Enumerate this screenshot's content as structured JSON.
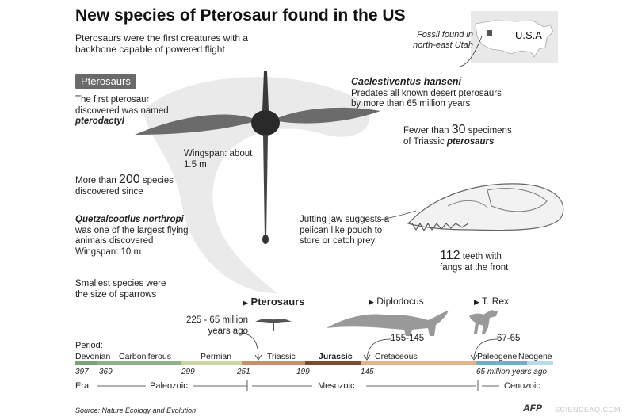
{
  "title": "New species of Pterosaur found in the US",
  "subtitle": "Pterosaurs were the first creatures with a backbone capable of powered flight",
  "map": {
    "country": "U.S.A",
    "fossil_note": "Fossil found in north-east Utah"
  },
  "pterosaurs_label": "Pterosaurs",
  "facts": {
    "first_1": "The first pterosaur discovered was named",
    "first_2": "pterodactyl",
    "wingspan": "Wingspan: about 1.5 m",
    "species_1": "More than",
    "species_num": "200",
    "species_2": "species",
    "species_3": "discovered since",
    "quetz_name": "Quetzalcootlus northropi",
    "quetz_desc": "was one of the largest flying animals discovered",
    "quetz_wing": "Wingspan: 10 m",
    "smallest": "Smallest species were the size of sparrows",
    "cael_name": "Caelestiventus hanseni",
    "cael_desc": "Predates all known desert pterosaurs by more than 65 million years",
    "fewer_1": "Fewer than",
    "fewer_num": "30",
    "fewer_2": "specimens",
    "fewer_3": "of Triassic",
    "fewer_4": "pterosaurs",
    "jaw": "Jutting jaw suggests a pelican like pouch to store or catch prey",
    "teeth_num": "112",
    "teeth_1": "teeth with",
    "teeth_2": "fangs at the front"
  },
  "timeline": {
    "period_label": "Period:",
    "era_label": "Era:",
    "markers": [
      {
        "name": "Pterosaurs",
        "range": "225 - 65 million years ago"
      },
      {
        "name": "Diplodocus",
        "range": "155-145"
      },
      {
        "name": "T. Rex",
        "range": "67-65"
      }
    ],
    "periods": [
      "Devonian",
      "Carboniferous",
      "Permian",
      "Triassic",
      "Jurassic",
      "Cretaceous",
      "Paleogene",
      "Neogene"
    ],
    "ticks": [
      "397",
      "369",
      "299",
      "251",
      "199",
      "145",
      "65 million years ago"
    ],
    "eras": [
      "Paleozoic",
      "Mesozoic",
      "Cenozoic"
    ],
    "colors": [
      "#7aa37a",
      "#8fb08a",
      "#c9d7a3",
      "#c98f6a",
      "#7a4a2a",
      "#e0b48a",
      "#6fb0c9",
      "#b9dbe9"
    ]
  },
  "source": "Source: Nature Ecology and Evolution",
  "credit": "AFP",
  "watermark": "SCIENCEAQ.COM"
}
